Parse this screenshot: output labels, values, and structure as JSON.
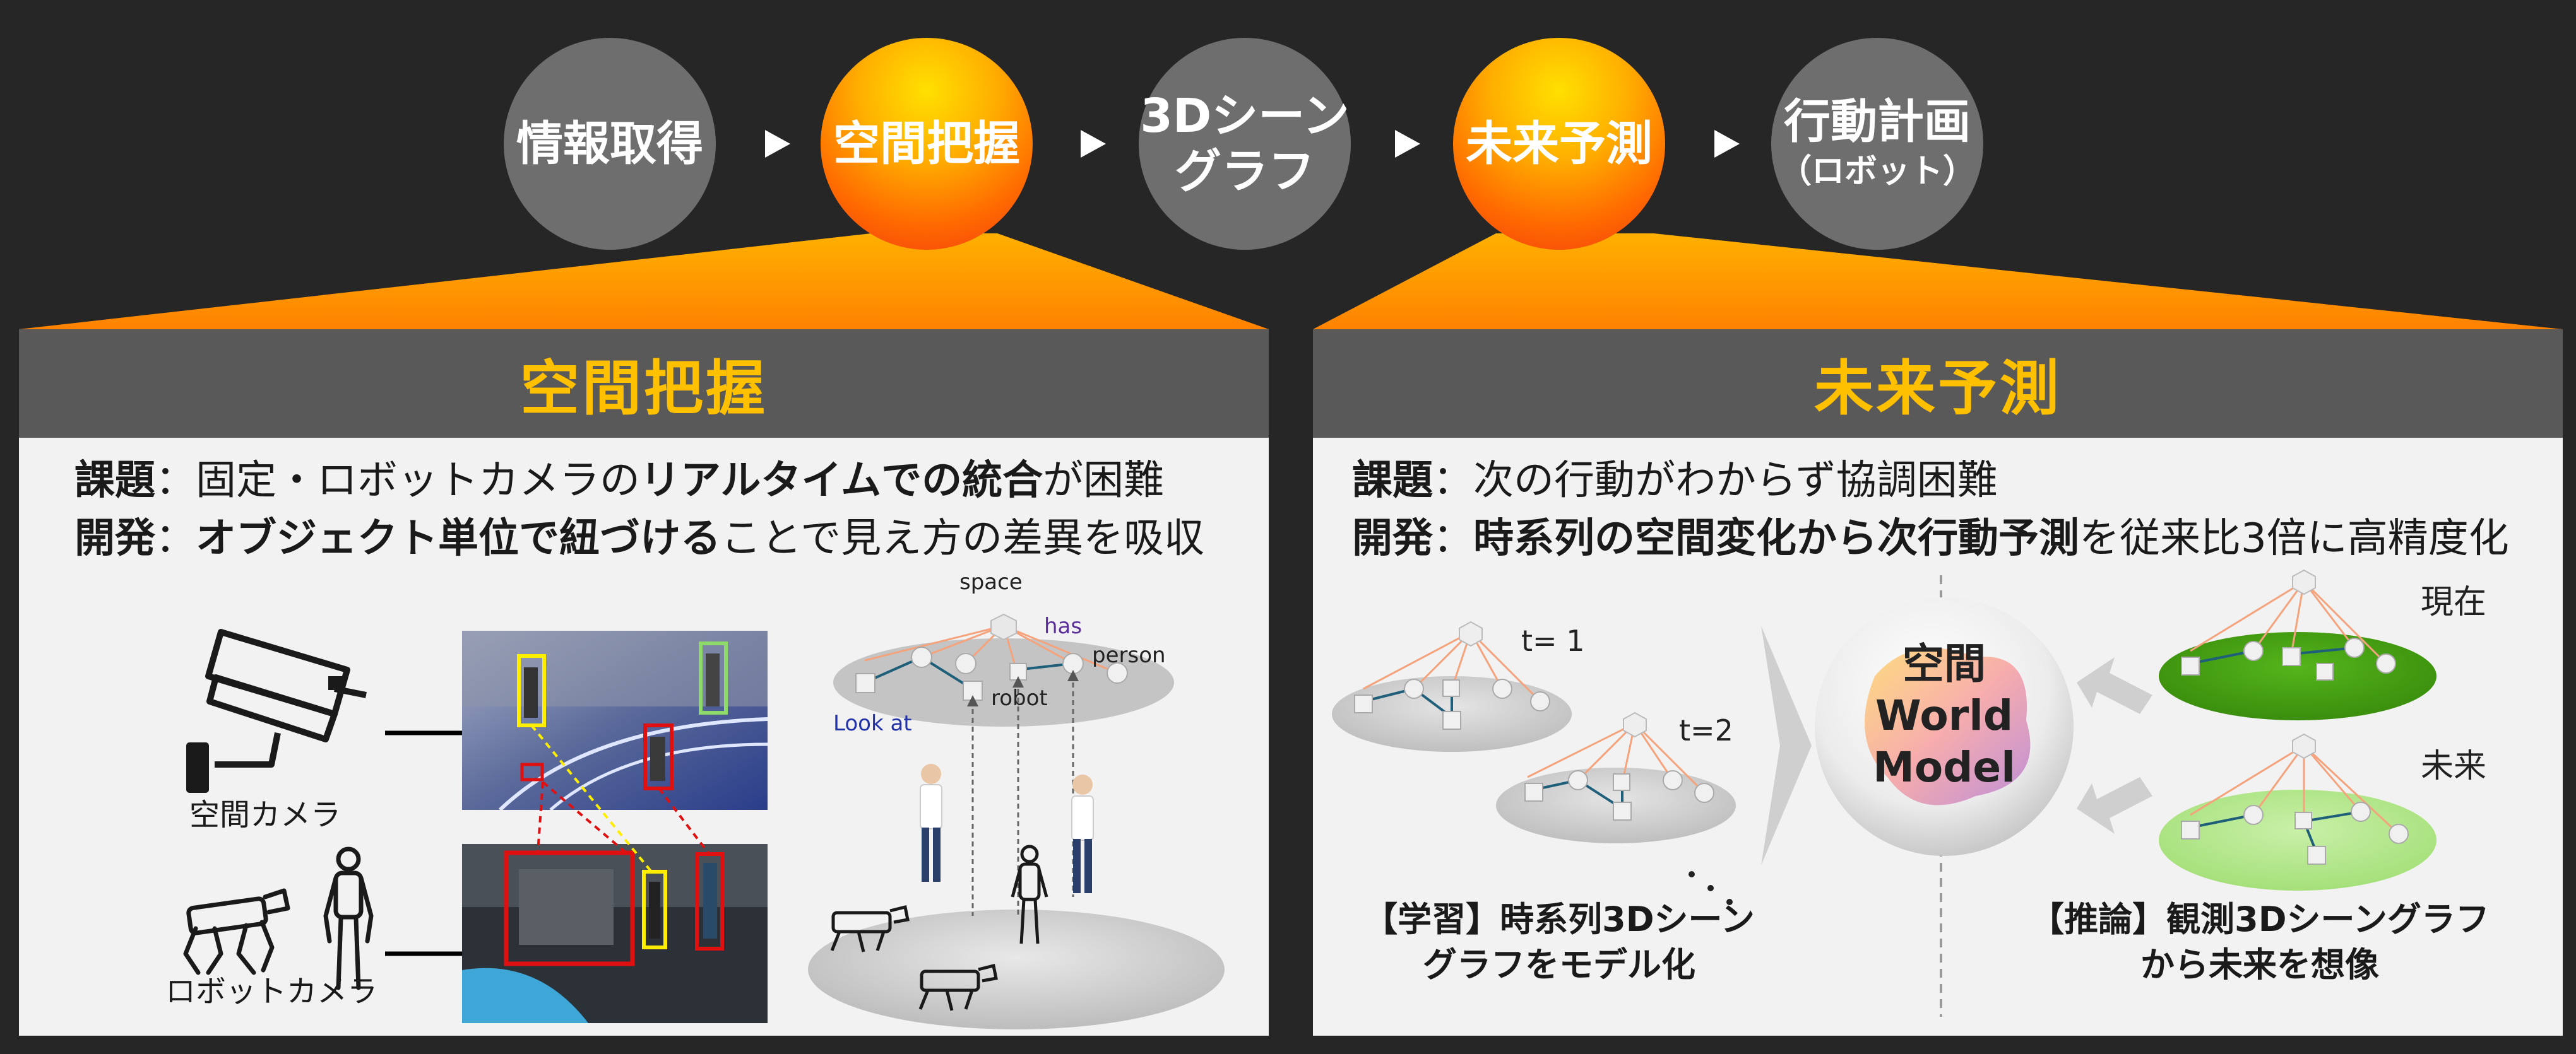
{
  "pipeline": [
    {
      "line1": "情報取得",
      "line2": "",
      "style": "gray"
    },
    {
      "line1": "空間把握",
      "line2": "",
      "style": "hot"
    },
    {
      "line1": "3Dシーン",
      "line2": "グラフ",
      "style": "gray"
    },
    {
      "line1": "未来予測",
      "line2": "",
      "style": "hot"
    },
    {
      "line1": "行動計画",
      "line2": "（ロボット）",
      "style": "gray"
    }
  ],
  "left_panel": {
    "title": "空間把握",
    "issue_label": "課題",
    "issue_text_a": "：固定・ロボットカメラの",
    "issue_text_b": "リアルタイムでの統合",
    "issue_text_c": "が困難",
    "dev_label": "開発",
    "dev_text_a": "：",
    "dev_text_b": "オブジェクト単位で紐づける",
    "dev_text_c": "ことで見え方の差異を吸収",
    "camera_label": "空間カメラ",
    "robot_camera_label": "ロボットカメラ",
    "graph_labels": {
      "space": "space",
      "has": "has",
      "person": "person",
      "robot": "robot",
      "look_at": "Look at"
    }
  },
  "right_panel": {
    "title": "未来予測",
    "issue_label": "課題",
    "issue_text": "：次の行動がわからず協調困難",
    "dev_label": "開発",
    "dev_text_a": "：",
    "dev_text_b": "時系列の空間変化から次行動予測",
    "dev_text_c": "を従来比3倍に高精度化",
    "t1": "t= 1",
    "t2": "t=2",
    "world_model_1": "空間",
    "world_model_2": "World",
    "world_model_3": "Model",
    "now_label": "現在",
    "future_label": "未来",
    "learn_caption_1": "【学習】時系列3Dシーン",
    "learn_caption_2": "グラフをモデル化",
    "infer_caption_1": "【推論】観測3Dシーングラフ",
    "infer_caption_2": "から未来を想像"
  },
  "colors": {
    "accent": "#ffc000",
    "orange": "#ff8a00",
    "panel_head": "#595959",
    "panel_bg": "#f2f2f2",
    "gray_circle": "#6e6e6e"
  }
}
